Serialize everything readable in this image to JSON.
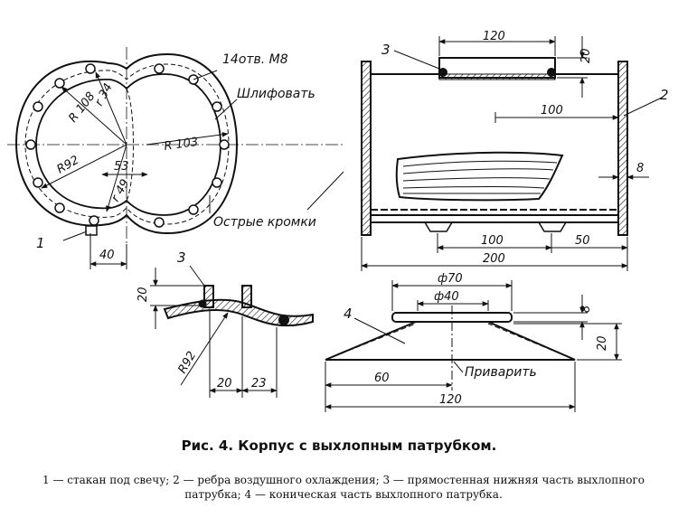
{
  "labels": {
    "holes": "14отв. М8",
    "grind": "Шлифовать",
    "sharp_edges": "Острые кромки",
    "weld": "Приварить",
    "r108": "R 108",
    "r34": "r 34",
    "r92": "R92",
    "r103": "R 103",
    "r49": "r 49",
    "r92b": "R92"
  },
  "dims": {
    "d53": "53",
    "d40": "40",
    "d120_top": "120",
    "d20_top": "20",
    "d100_mid": "100",
    "d8_right": "8",
    "d100_bot": "100",
    "d50_bot": "50",
    "d200": "200",
    "d20_left": "20",
    "d20_a": "20",
    "d23": "23",
    "phi70": "ф70",
    "phi40": "ф40",
    "d8_cone": "8",
    "d20_cone": "20",
    "d60": "60",
    "d120_cone": "120"
  },
  "callouts": {
    "n1": "1",
    "n2": "2",
    "n3": "3",
    "n3b": "3",
    "n4": "4"
  },
  "caption": {
    "title": "Рис. 4. Корпус с выхлопным патрубком.",
    "legend": "1 — стакан под свечу; 2 — ребра воздушного охлаждения; 3 — прямостенная нижняя часть выхлопного патрубка; 4 — коническая часть выхлопного патрубка."
  }
}
